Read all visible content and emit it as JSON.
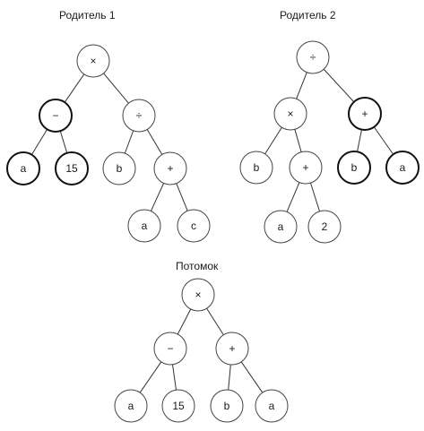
{
  "titles": {
    "parent1": "Родитель 1",
    "parent2": "Родитель 2",
    "child": "Потомок"
  },
  "trees": {
    "parent1": {
      "nodes": [
        {
          "id": "p1_root",
          "label": "×",
          "bold": false
        },
        {
          "id": "p1_minus",
          "label": "−",
          "bold": true
        },
        {
          "id": "p1_div",
          "label": "÷",
          "bold": false
        },
        {
          "id": "p1_a",
          "label": "a",
          "bold": true
        },
        {
          "id": "p1_15",
          "label": "15",
          "bold": true
        },
        {
          "id": "p1_b",
          "label": "b",
          "bold": false
        },
        {
          "id": "p1_plus",
          "label": "+",
          "bold": false
        },
        {
          "id": "p1_a2",
          "label": "a",
          "bold": false
        },
        {
          "id": "p1_c",
          "label": "c",
          "bold": false
        }
      ],
      "edges": [
        [
          "p1_root",
          "p1_minus"
        ],
        [
          "p1_root",
          "p1_div"
        ],
        [
          "p1_minus",
          "p1_a"
        ],
        [
          "p1_minus",
          "p1_15"
        ],
        [
          "p1_div",
          "p1_b"
        ],
        [
          "p1_div",
          "p1_plus"
        ],
        [
          "p1_plus",
          "p1_a2"
        ],
        [
          "p1_plus",
          "p1_c"
        ]
      ]
    },
    "parent2": {
      "nodes": [
        {
          "id": "p2_root",
          "label": "÷",
          "bold": false
        },
        {
          "id": "p2_mul",
          "label": "×",
          "bold": false
        },
        {
          "id": "p2_plus",
          "label": "+",
          "bold": true
        },
        {
          "id": "p2_b",
          "label": "b",
          "bold": false
        },
        {
          "id": "p2_plus2",
          "label": "+",
          "bold": false
        },
        {
          "id": "p2_b2",
          "label": "b",
          "bold": true
        },
        {
          "id": "p2_a",
          "label": "a",
          "bold": true
        },
        {
          "id": "p2_a2",
          "label": "a",
          "bold": false
        },
        {
          "id": "p2_2",
          "label": "2",
          "bold": false
        }
      ],
      "edges": [
        [
          "p2_root",
          "p2_mul"
        ],
        [
          "p2_root",
          "p2_plus"
        ],
        [
          "p2_mul",
          "p2_b"
        ],
        [
          "p2_mul",
          "p2_plus2"
        ],
        [
          "p2_plus",
          "p2_b2"
        ],
        [
          "p2_plus",
          "p2_a"
        ],
        [
          "p2_plus2",
          "p2_a2"
        ],
        [
          "p2_plus2",
          "p2_2"
        ]
      ]
    },
    "child": {
      "nodes": [
        {
          "id": "c_root",
          "label": "×",
          "bold": false
        },
        {
          "id": "c_minus",
          "label": "−",
          "bold": false
        },
        {
          "id": "c_plus",
          "label": "+",
          "bold": false
        },
        {
          "id": "c_a",
          "label": "a",
          "bold": false
        },
        {
          "id": "c_15",
          "label": "15",
          "bold": false
        },
        {
          "id": "c_b",
          "label": "b",
          "bold": false
        },
        {
          "id": "c_a2",
          "label": "a",
          "bold": false
        }
      ],
      "edges": [
        [
          "c_root",
          "c_minus"
        ],
        [
          "c_root",
          "c_plus"
        ],
        [
          "c_minus",
          "c_a"
        ],
        [
          "c_minus",
          "c_15"
        ],
        [
          "c_plus",
          "c_b"
        ],
        [
          "c_plus",
          "c_a2"
        ]
      ]
    }
  }
}
